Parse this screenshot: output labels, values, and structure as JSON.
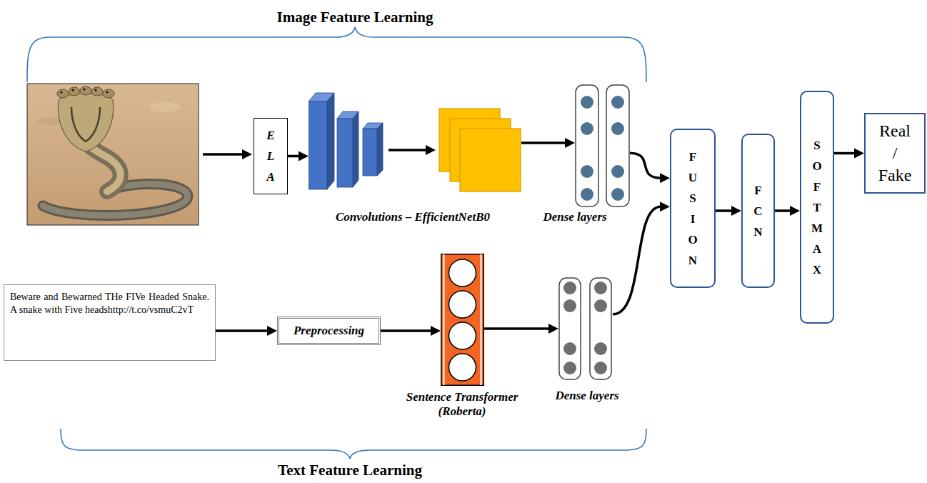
{
  "diagram": {
    "nodes": [
      {
        "text": [
          "E L A"
        ]
      },
      {
        "text": [
          "Convolutions – EfficientNetB0"
        ]
      },
      {
        "text": [
          "Dense layers"
        ]
      },
      {
        "text": [
          "F U S I O N"
        ]
      },
      {
        "text": [
          "F C N"
        ]
      },
      {
        "text": [
          "S O F T M A X"
        ]
      },
      {
        "text": [
          "Real / Fake"
        ]
      },
      {
        "text": [
          "Beware and Bewarned THe FIVe Headed Snake. A snake with Five headshttp://t.co/vsmuC2vT"
        ]
      },
      {
        "text": [
          "Preprocessing"
        ]
      },
      {
        "text": [
          "Sentence Transformer (Roberta)"
        ]
      },
      {
        "text": [
          "Dense layers"
        ]
      }
    ],
    "edges": [
      {
        "from": 0,
        "to": 1,
        "arrow": "to"
      },
      {
        "from": 1,
        "to": 2,
        "arrow": "to"
      },
      {
        "from": 2,
        "to": 3,
        "arrow": "to"
      },
      {
        "from": 3,
        "to": 4,
        "arrow": "to"
      },
      {
        "from": 4,
        "to": 5,
        "arrow": "to"
      },
      {
        "from": 5,
        "to": 6,
        "arrow": "to"
      },
      {
        "from": 7,
        "to": 8,
        "arrow": "to"
      },
      {
        "from": 8,
        "to": 9,
        "arrow": "to"
      },
      {
        "from": 9,
        "to": 10,
        "arrow": "to"
      },
      {
        "from": 10,
        "to": 3,
        "arrow": "to"
      }
    ],
    "labels": [
      "Image Feature Learning",
      "Text Feature Learning"
    ]
  }
}
